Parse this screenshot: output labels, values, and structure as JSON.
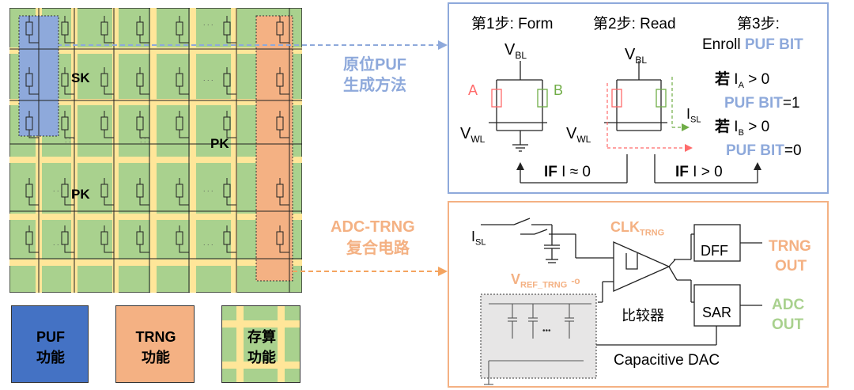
{
  "array": {
    "label_sk": "SK",
    "label_pk1": "PK",
    "label_pk2": "PK"
  },
  "legend": {
    "puf": [
      "PUF",
      "功能"
    ],
    "trng": [
      "TRNG",
      "功能"
    ],
    "compute": [
      "存算",
      "功能"
    ]
  },
  "arrows": {
    "puf_method": [
      "原位PUF",
      "生成方法"
    ],
    "adc_trng": [
      "ADC-TRNG",
      "复合电路"
    ]
  },
  "puf_panel": {
    "step1": "第1步: Form",
    "step2": "第2步: Read",
    "step3": [
      "第3步:",
      "Enroll",
      "PUF BIT"
    ],
    "vbl": "V",
    "vbl_sub": "BL",
    "vwl": "V",
    "vwl_sub": "WL",
    "a_label": "A",
    "b_label": "B",
    "isl": "I",
    "isl_sub": "SL",
    "if1": [
      "IF",
      "I ≈ 0"
    ],
    "if2": [
      "IF",
      "I > 0"
    ],
    "rule_a": {
      "kw": "若",
      "i": "I",
      "sub": "A",
      "cond": " > 0",
      "result_label": "PUF BIT",
      "result_val": "=1"
    },
    "rule_b": {
      "kw": "若",
      "i": "I",
      "sub": "B",
      "cond": " > 0",
      "result_label": "PUF BIT",
      "result_val": "=0"
    }
  },
  "trng_panel": {
    "isl": "I",
    "isl_sub": "SL",
    "clk": "CLK",
    "clk_sub": "TRNG",
    "vref": "V",
    "vref_sub": "REF_TRNG",
    "dff": "DFF",
    "sar": "SAR",
    "trng_out": [
      "TRNG",
      "OUT"
    ],
    "adc_out": [
      "ADC",
      "OUT"
    ],
    "comparator": "比较器",
    "cdac": "Capacitive DAC",
    "ellipsis": "•••"
  },
  "colors": {
    "array_bg": "#a9d18e",
    "track": "#ffe699",
    "puf_col": "#8ea9db",
    "trng_col": "#f4b183",
    "panel_border_blue": "#8ea9db",
    "panel_border_orange": "#f4b183"
  }
}
